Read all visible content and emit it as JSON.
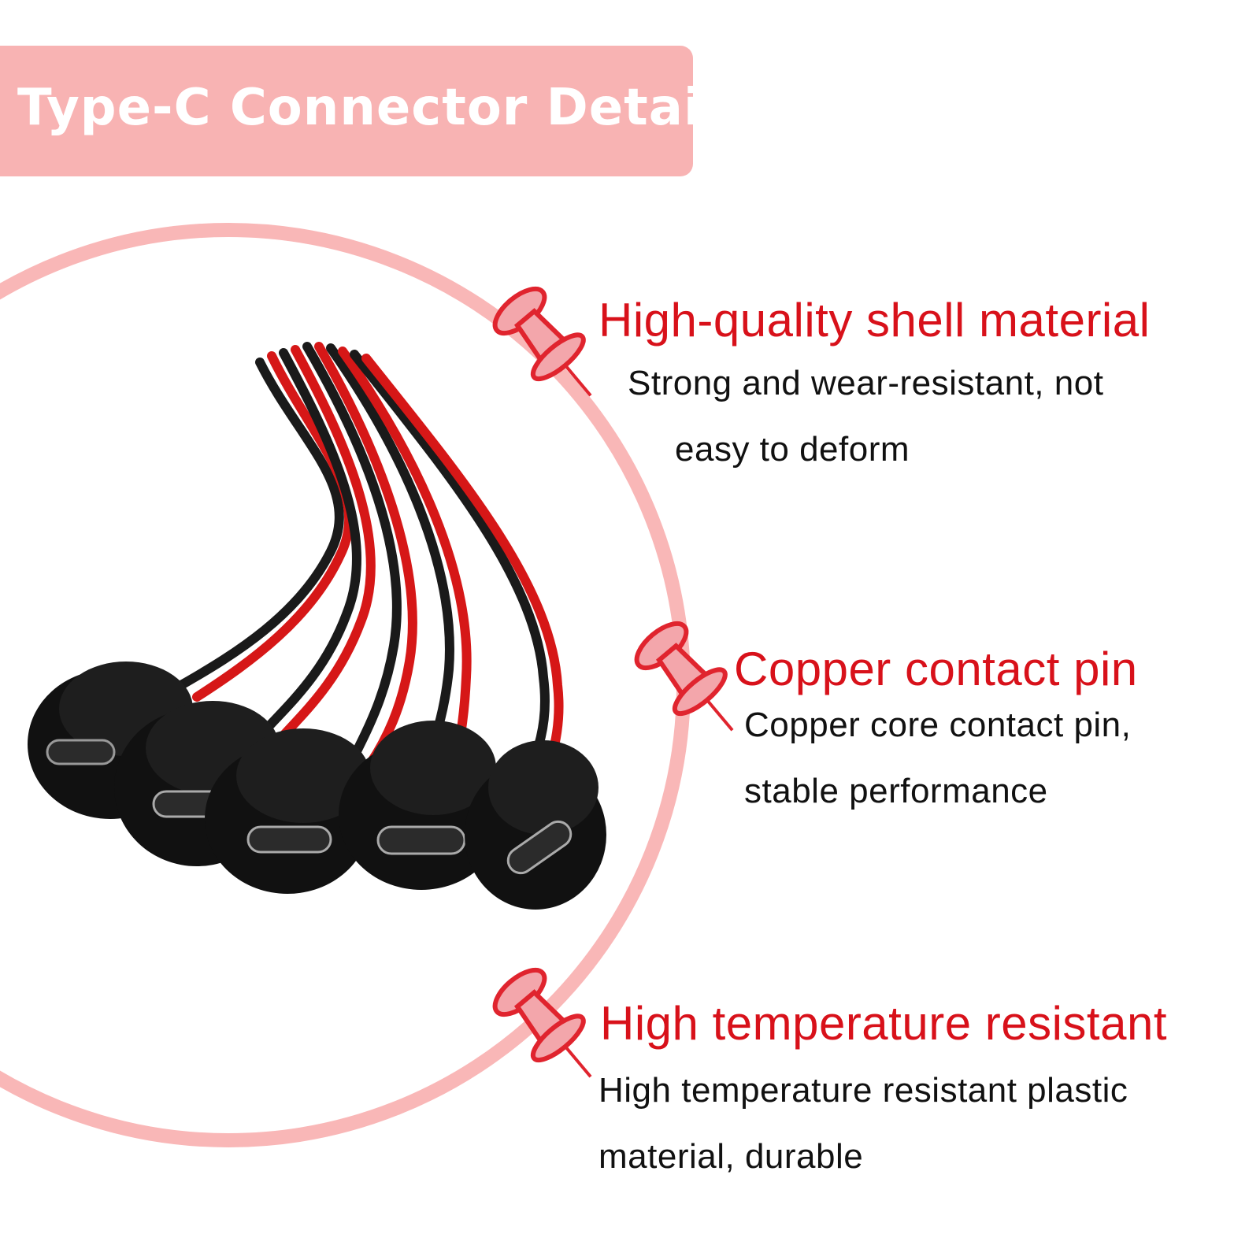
{
  "banner": {
    "title": "Type-C Connector Detail"
  },
  "features": [
    {
      "heading": "High-quality shell material",
      "line1": "Strong and wear-resistant, not",
      "line2": "easy to deform"
    },
    {
      "heading": "Copper contact pin",
      "line1": "Copper core contact pin,",
      "line2": "stable performance"
    },
    {
      "heading": "High temperature resistant",
      "line1": "High temperature resistant plastic",
      "line2": "material, durable"
    }
  ],
  "colors": {
    "banner_bg": "#f8b3b3",
    "accent_red": "#d8111a",
    "circle": "#f9b7b7",
    "pin": "#e0242e"
  },
  "icons": [
    "push-pin-icon"
  ]
}
